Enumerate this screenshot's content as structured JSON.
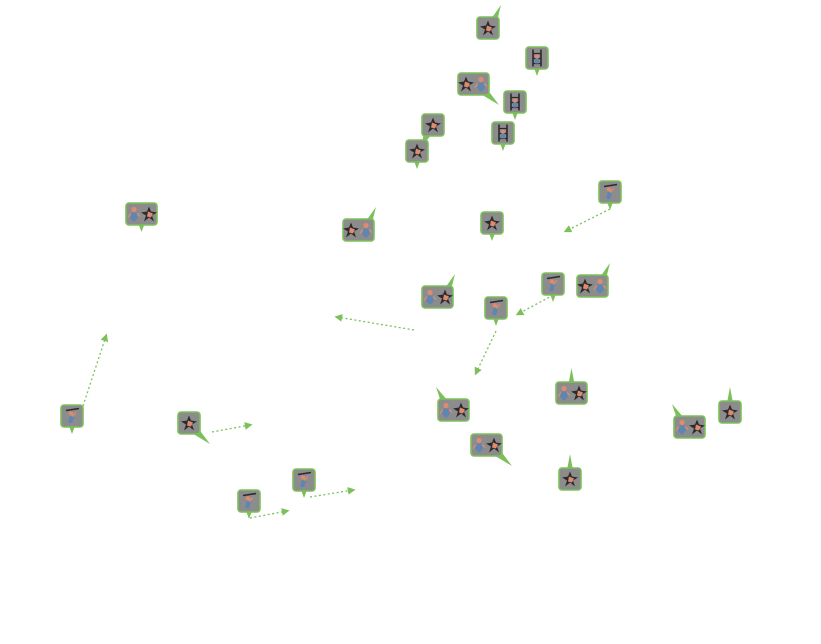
{
  "colors": {
    "background": "#ffffff",
    "marker_border": "#7cc05a",
    "marker_fill": "#8c8c8c",
    "trail": "#7cc05a",
    "icon_dark": "#2b2b2b",
    "icon_skin": "#e08a70",
    "icon_blue": "#5f86b0"
  },
  "markers": [
    {
      "name": "marker-1",
      "icons": [
        "star-icon"
      ],
      "pointer": "up-right"
    },
    {
      "name": "marker-2",
      "icons": [
        "ladder-icon"
      ],
      "pointer": "down"
    },
    {
      "name": "marker-3",
      "icons": [
        "star-icon",
        "person-icon"
      ],
      "pointer": "down-right"
    },
    {
      "name": "marker-4",
      "icons": [
        "ladder-icon"
      ],
      "pointer": "down"
    },
    {
      "name": "marker-5",
      "icons": [
        "ladder-icon"
      ],
      "pointer": "down"
    },
    {
      "name": "marker-6",
      "icons": [
        "star-icon"
      ],
      "pointer": "down-left"
    },
    {
      "name": "marker-7",
      "icons": [
        "star-icon"
      ],
      "pointer": "down"
    },
    {
      "name": "marker-8",
      "icons": [
        "sword-icon"
      ],
      "pointer": "down"
    },
    {
      "name": "marker-9",
      "icons": [
        "person-icon",
        "star-icon"
      ],
      "pointer": "down"
    },
    {
      "name": "marker-10",
      "icons": [
        "star-icon",
        "person-icon"
      ],
      "pointer": "up-right"
    },
    {
      "name": "marker-11",
      "icons": [
        "star-icon"
      ],
      "pointer": "down"
    },
    {
      "name": "marker-12",
      "icons": [
        "sword-icon"
      ],
      "pointer": "down"
    },
    {
      "name": "marker-13",
      "icons": [
        "star-icon",
        "person-icon"
      ],
      "pointer": "up-right"
    },
    {
      "name": "marker-14",
      "icons": [
        "person-icon",
        "star-icon"
      ],
      "pointer": "up-right"
    },
    {
      "name": "marker-15",
      "icons": [
        "sword-icon"
      ],
      "pointer": "down"
    },
    {
      "name": "marker-16",
      "icons": [
        "sword-icon"
      ],
      "pointer": "down"
    },
    {
      "name": "marker-17",
      "icons": [
        "star-icon"
      ],
      "pointer": "down-right"
    },
    {
      "name": "marker-18",
      "icons": [
        "person-icon",
        "star-icon"
      ],
      "pointer": "up-left"
    },
    {
      "name": "marker-19",
      "icons": [
        "person-icon",
        "star-icon"
      ],
      "pointer": "up"
    },
    {
      "name": "marker-20",
      "icons": [
        "person-icon",
        "star-icon"
      ],
      "pointer": "down-right"
    },
    {
      "name": "marker-21",
      "icons": [
        "star-icon"
      ],
      "pointer": "up"
    },
    {
      "name": "marker-22",
      "icons": [
        "person-icon",
        "star-icon"
      ],
      "pointer": "up-left"
    },
    {
      "name": "marker-23",
      "icons": [
        "star-icon"
      ],
      "pointer": "up"
    },
    {
      "name": "marker-24",
      "icons": [
        "sword-icon"
      ],
      "pointer": "down"
    },
    {
      "name": "marker-25",
      "icons": [
        "sword-icon"
      ],
      "pointer": "down"
    }
  ]
}
